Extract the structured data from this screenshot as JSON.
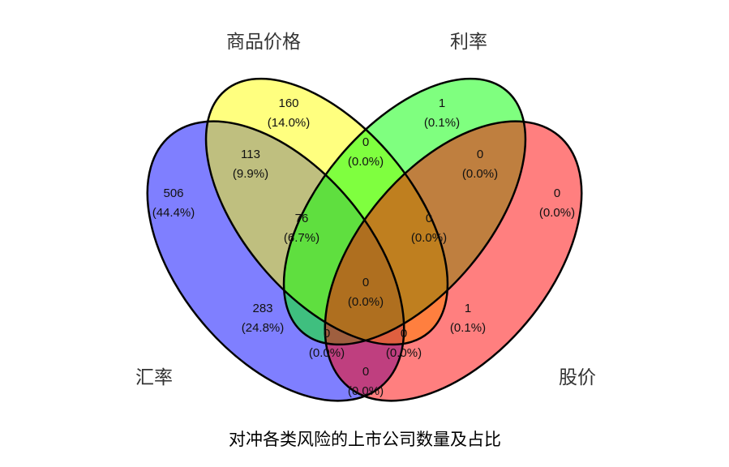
{
  "caption": "对冲各类风险的上市公司数量及占比",
  "sets": [
    {
      "key": "fx",
      "label": "汇率",
      "color": "#0000FF",
      "opacity": 0.5
    },
    {
      "key": "cp",
      "label": "商品价格",
      "color": "#FFFF00",
      "opacity": 0.5
    },
    {
      "key": "ir",
      "label": "利率",
      "color": "#00FF00",
      "opacity": 0.5
    },
    {
      "key": "eq",
      "label": "股价",
      "color": "#FF0000",
      "opacity": 0.5
    }
  ],
  "regions": [
    {
      "id": "fx-only",
      "sets": [
        "汇率"
      ],
      "count": "506",
      "percent": "(44.4%)"
    },
    {
      "id": "cp-only",
      "sets": [
        "商品价格"
      ],
      "count": "160",
      "percent": "(14.0%)"
    },
    {
      "id": "ir-only",
      "sets": [
        "利率"
      ],
      "count": "1",
      "percent": "(0.1%)"
    },
    {
      "id": "eq-only",
      "sets": [
        "股价"
      ],
      "count": "0",
      "percent": "(0.0%)"
    },
    {
      "id": "fx-cp",
      "sets": [
        "汇率",
        "商品价格"
      ],
      "count": "113",
      "percent": "(9.9%)"
    },
    {
      "id": "cp-ir",
      "sets": [
        "商品价格",
        "利率"
      ],
      "count": "0",
      "percent": "(0.0%)"
    },
    {
      "id": "ir-eq",
      "sets": [
        "利率",
        "股价"
      ],
      "count": "0",
      "percent": "(0.0%)"
    },
    {
      "id": "fx-cp-ir",
      "sets": [
        "汇率",
        "商品价格",
        "利率"
      ],
      "count": "76",
      "percent": "(6.7%)"
    },
    {
      "id": "cp-ir-eq",
      "sets": [
        "商品价格",
        "利率",
        "股价"
      ],
      "count": "0",
      "percent": "(0.0%)"
    },
    {
      "id": "fx-ir",
      "sets": [
        "汇率",
        "利率"
      ],
      "count": "283",
      "percent": "(24.8%)"
    },
    {
      "id": "all-four",
      "sets": [
        "汇率",
        "商品价格",
        "利率",
        "股价"
      ],
      "count": "0",
      "percent": "(0.0%)"
    },
    {
      "id": "cp-eq",
      "sets": [
        "商品价格",
        "股价"
      ],
      "count": "1",
      "percent": "(0.1%)"
    },
    {
      "id": "fx-ir-eq",
      "sets": [
        "汇率",
        "利率",
        "股价"
      ],
      "count": "0",
      "percent": "(0.0%)"
    },
    {
      "id": "fx-cp-eq",
      "sets": [
        "汇率",
        "商品价格",
        "股价"
      ],
      "count": "0",
      "percent": "(0.0%)"
    },
    {
      "id": "fx-eq",
      "sets": [
        "汇率",
        "股价"
      ],
      "count": "0",
      "percent": "(0.0%)"
    }
  ]
}
